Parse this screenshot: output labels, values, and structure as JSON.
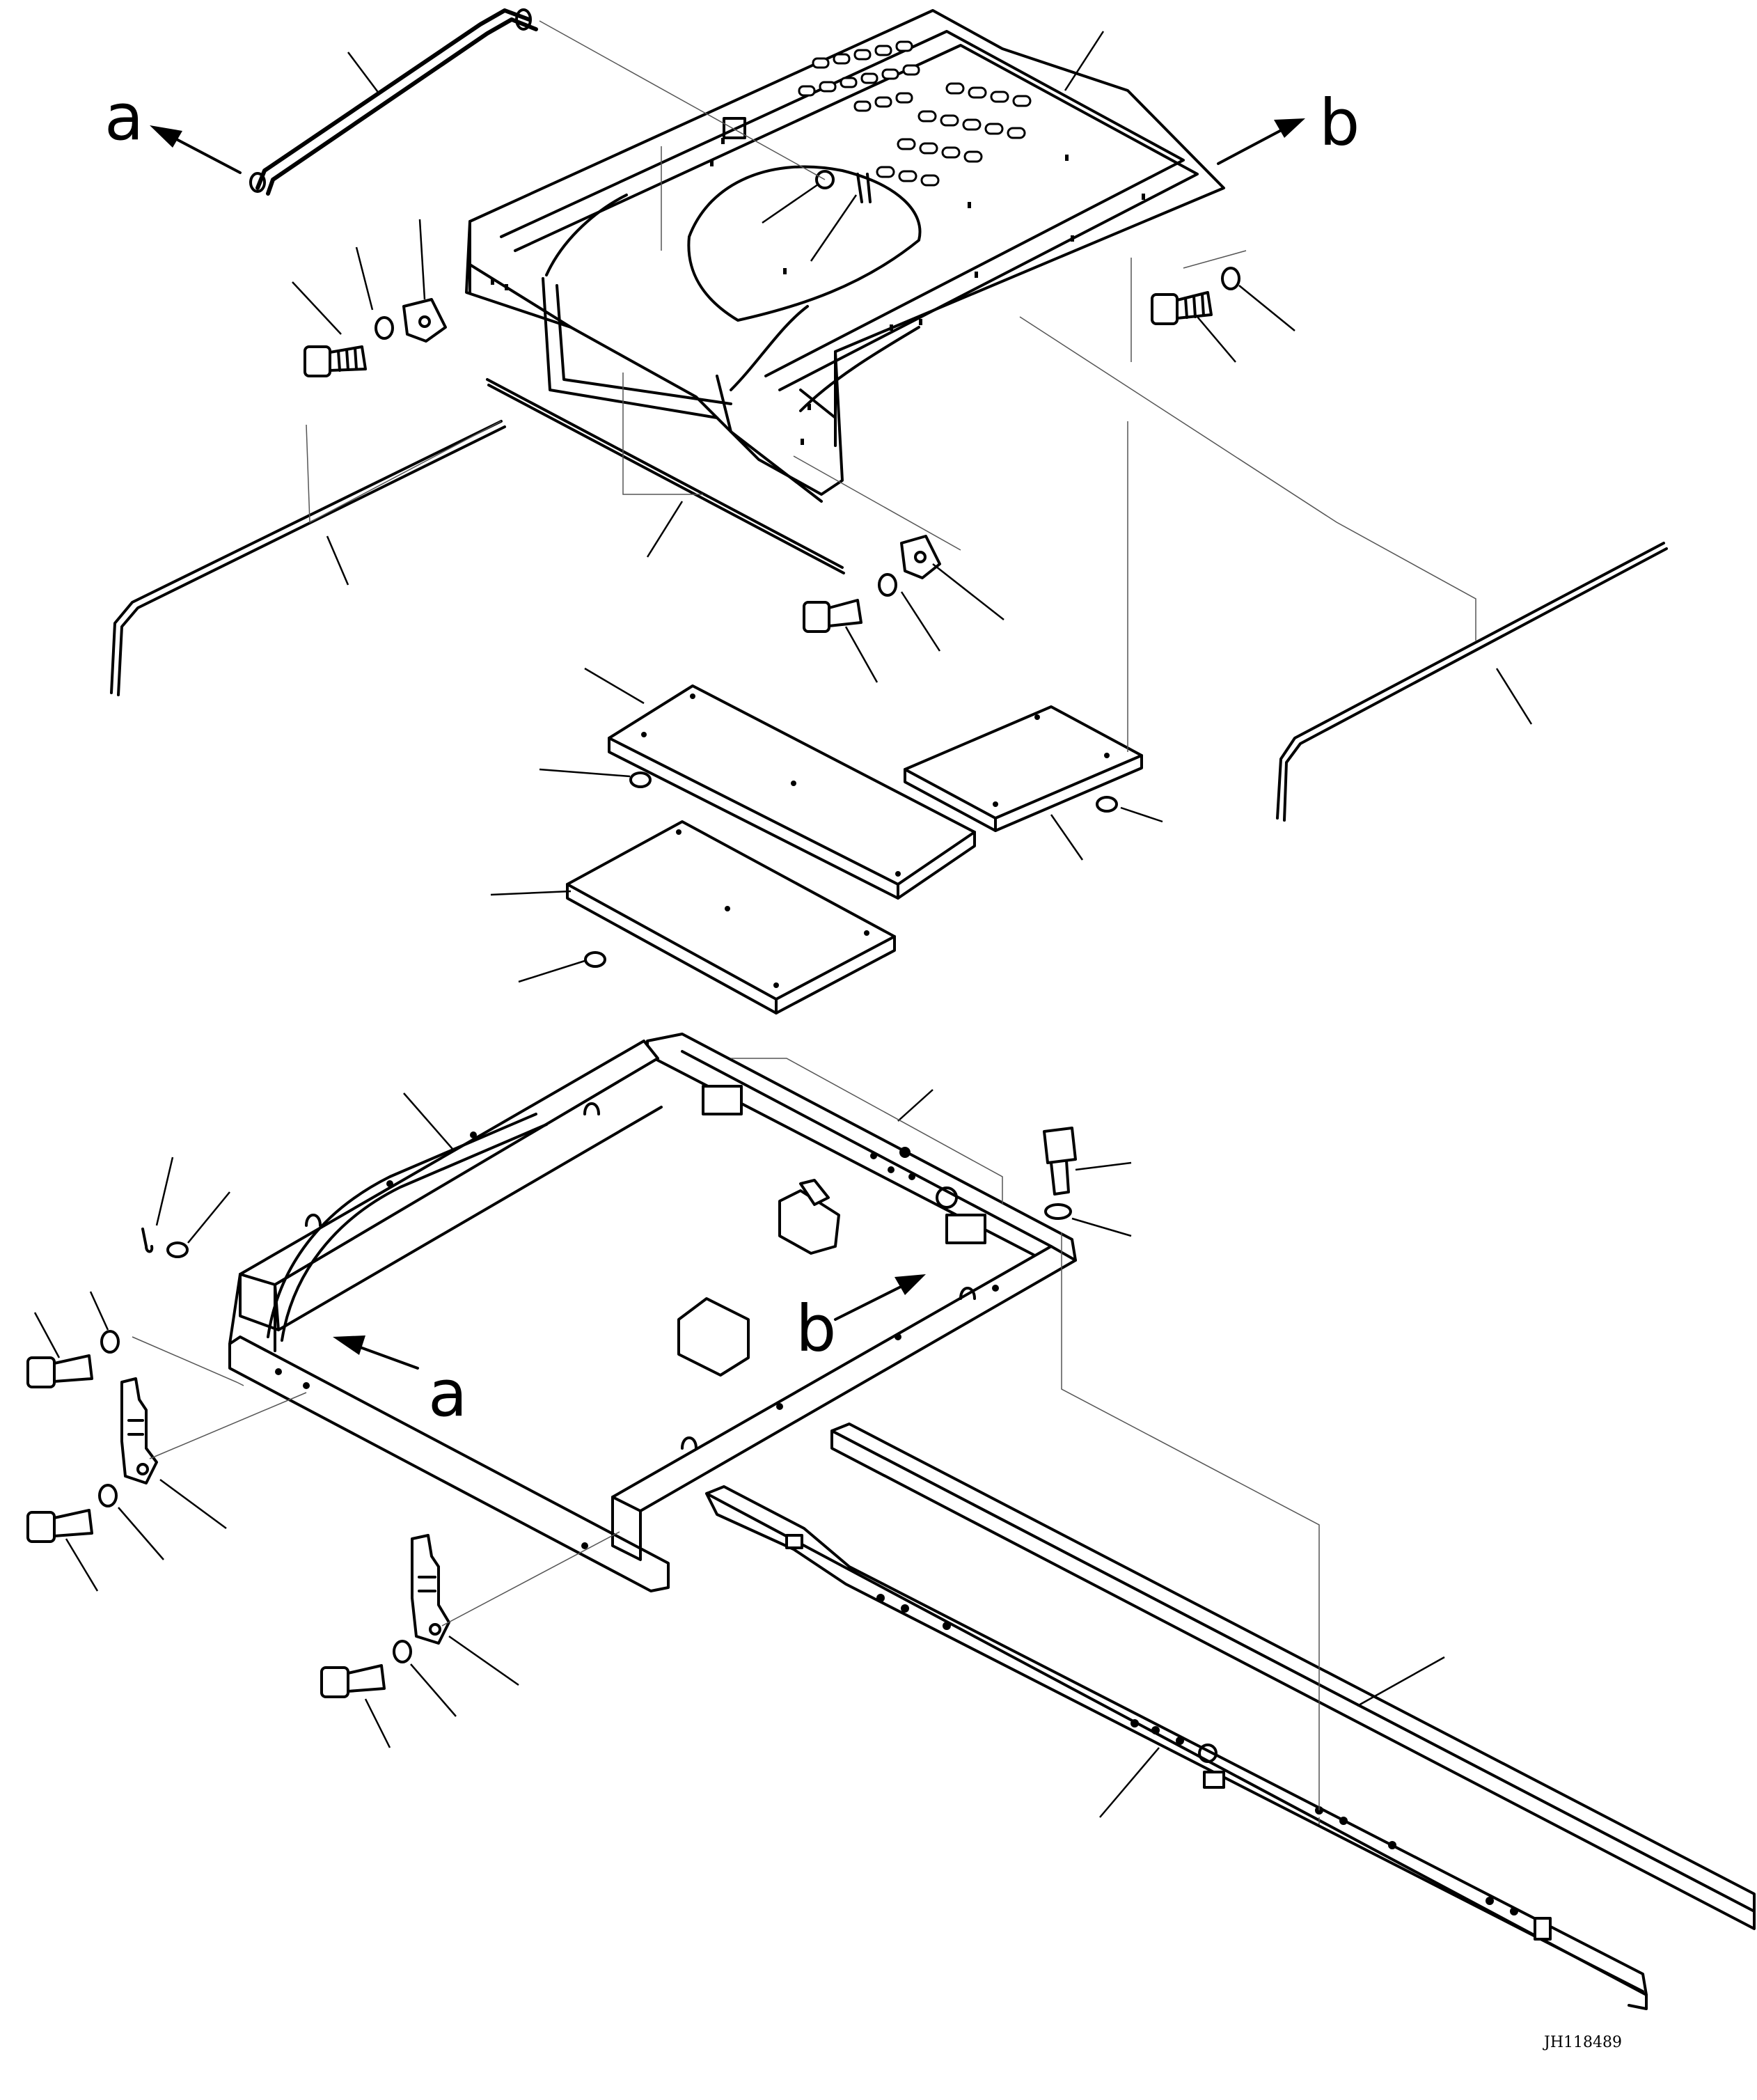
{
  "labels": {
    "a_top": "a",
    "b_top": "b",
    "a_bottom": "a",
    "b_bottom": "b"
  },
  "reference_code": "JH118489"
}
